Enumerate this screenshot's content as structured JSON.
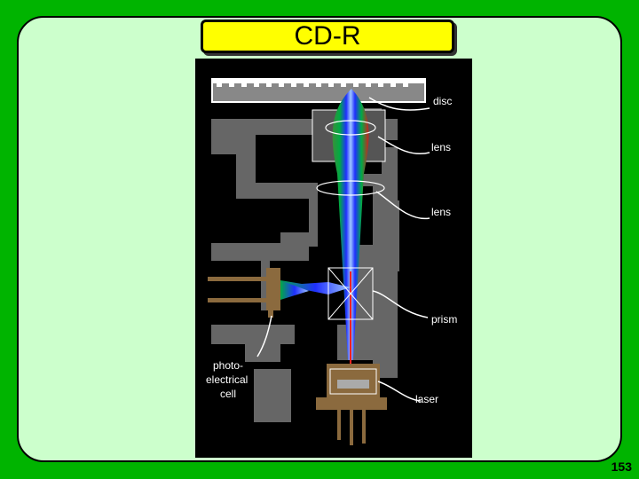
{
  "slide": {
    "title": "CD-R",
    "page_number": "153"
  },
  "diagram": {
    "labels": {
      "disc": "disc",
      "lens_upper": "lens",
      "lens_lower": "lens",
      "prism": "prism",
      "photo_line1": "photo-",
      "photo_line2": "electrical",
      "photo_line3": "cell",
      "laser": "laser"
    }
  },
  "colors": {
    "background": "#00b400",
    "panel": "#ccffcc",
    "title_fill": "#ffff00",
    "diagram_bg": "#000000",
    "housing": "#666666",
    "laser_mount": "#8b6a3e"
  }
}
